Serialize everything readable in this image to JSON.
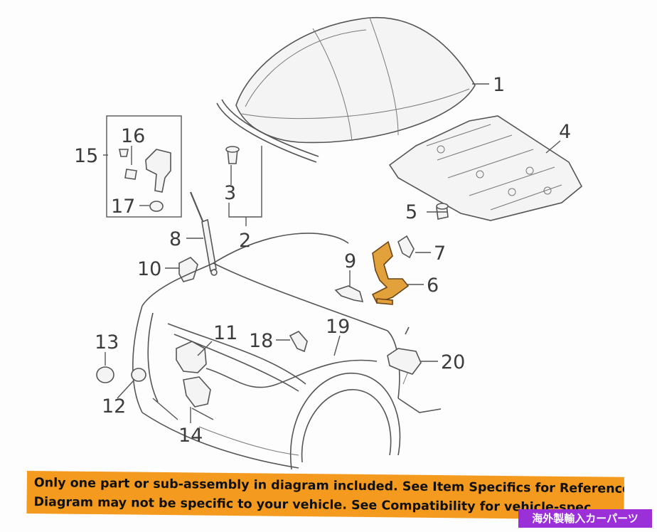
{
  "diagram": {
    "callouts": [
      "1",
      "2",
      "3",
      "4",
      "5",
      "6",
      "7",
      "8",
      "9",
      "10",
      "11",
      "12",
      "13",
      "14",
      "15",
      "16",
      "17",
      "18",
      "19",
      "20"
    ],
    "highlight_color": "#e3a13c"
  },
  "banner": {
    "line1": "Only one part or sub-assembly in diagram included. See Item Specifics for Reference #.",
    "line2": "Diagram may not be specific to your vehicle. See Compatibility for vehicle-spec",
    "color": "#f39a1f"
  },
  "badge": {
    "text": "海外製輸入カーパーツ",
    "color": "#9b30d9"
  }
}
